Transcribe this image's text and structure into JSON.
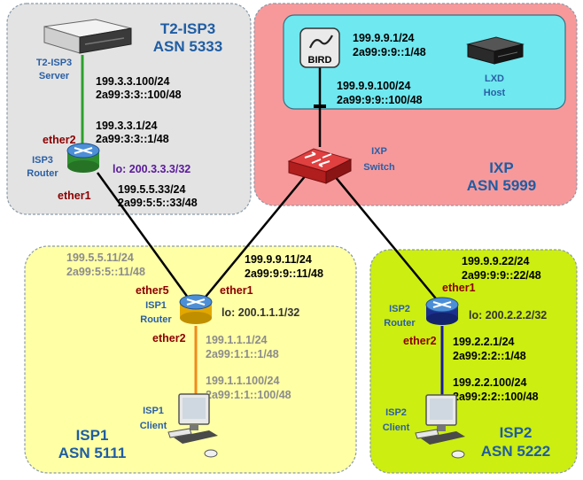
{
  "regions": {
    "t2isp3": {
      "title": "T2-ISP3",
      "asn": "ASN 5333"
    },
    "ixp": {
      "title": "IXP",
      "asn": "ASN 5999"
    },
    "isp1": {
      "title": "ISP1",
      "asn": "ASN 5111"
    },
    "isp2": {
      "title": "ISP2",
      "asn": "ASN 5222"
    }
  },
  "devices": {
    "t2_server": {
      "line1": "T2-ISP3",
      "line2": "Server"
    },
    "isp3_router": {
      "line1": "ISP3",
      "line2": "Router",
      "loopback": "lo: 200.3.3.3/32"
    },
    "bird": {
      "label": "BIRD"
    },
    "lxd_host": {
      "line1": "LXD",
      "line2": "Host"
    },
    "ixp_switch": {
      "line1": "IXP",
      "line2": "Switch"
    },
    "isp1_router": {
      "line1": "ISP1",
      "line2": "Router",
      "loopback": "lo: 200.1.1.1/32"
    },
    "isp1_client": {
      "line1": "ISP1",
      "line2": "Client"
    },
    "isp2_router": {
      "line1": "ISP2",
      "line2": "Router",
      "loopback": "lo: 200.2.2.2/32"
    },
    "isp2_client": {
      "line1": "ISP2",
      "line2": "Client"
    }
  },
  "interfaces": {
    "isp3_ether2": "ether2",
    "isp3_ether1": "ether1",
    "isp1_ether5": "ether5",
    "isp1_ether1": "ether1",
    "isp1_ether2": "ether2",
    "isp2_ether1": "ether1",
    "isp2_ether2": "ether2"
  },
  "addresses": {
    "server_v4": "199.3.3.100/24",
    "server_v6": "2a99:3:3::100/48",
    "isp3_e2_v4": "199.3.3.1/24",
    "isp3_e2_v6": "2a99:3:3::1/48",
    "isp3_e1_v4": "199.5.5.33/24",
    "isp3_e1_v6": "2a99:5:5::33/48",
    "bird_v4": "199.9.9.1/24",
    "bird_v6": "2a99:9:9::1/48",
    "lxd_v4": "199.9.9.100/24",
    "lxd_v6": "2a99:9:9::100/48",
    "isp1_e5_v4": "199.5.5.11/24",
    "isp1_e5_v6": "2a99:5:5::11/48",
    "isp1_e1_v4": "199.9.9.11/24",
    "isp1_e1_v6": "2a99:9:9::11/48",
    "isp1_e2_v4": "199.1.1.1/24",
    "isp1_e2_v6": "2a99:1:1::1/48",
    "isp1_client_v4": "199.1.1.100/24",
    "isp1_client_v6": "2a99:1:1::100/48",
    "isp2_e1_v4": "199.9.9.22/24",
    "isp2_e1_v6": "2a99:9:9::22/48",
    "isp2_e2_v4": "199.2.2.1/24",
    "isp2_e2_v6": "2a99:2:2::1/48",
    "isp2_client_v4": "199.2.2.100/24",
    "isp2_client_v6": "2a99:2:2::100/48"
  },
  "colors": {
    "t2isp3_fill": "#e3e3e3",
    "ixp_fill": "#f7999b",
    "ixp_inner_fill": "#6fe8f0",
    "isp1_fill": "#ffffa6",
    "isp2_fill": "#ccee11",
    "link_green": "#2ca02c",
    "link_orange": "#f08a1a",
    "link_blue": "#1a1aa0"
  }
}
